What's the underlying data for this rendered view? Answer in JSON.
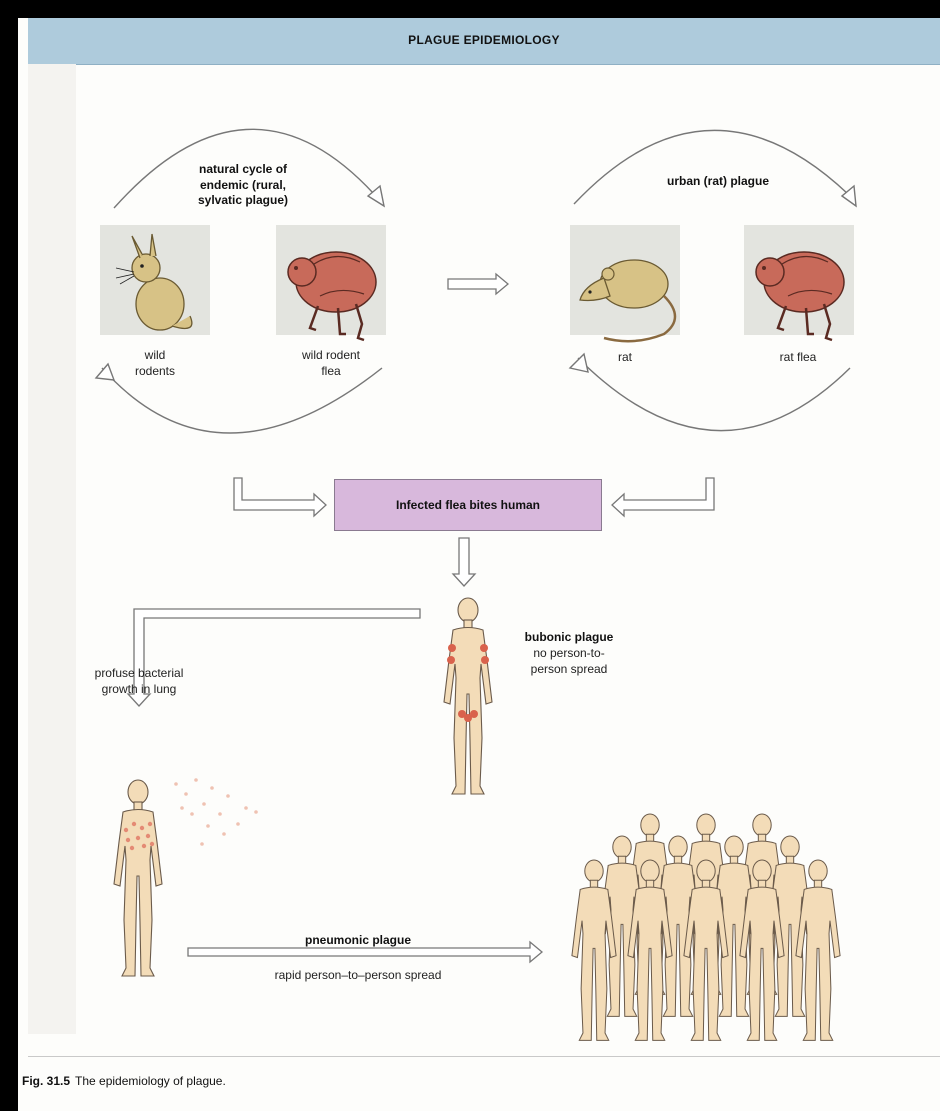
{
  "header": {
    "title": "PLAGUE EPIDEMIOLOGY"
  },
  "sylvatic": {
    "title": "natural cycle of\nendemic (rural,\nsylvatic plague)",
    "rodent_label": "wild\nrodents",
    "flea_label": "wild rodent\nflea"
  },
  "urban": {
    "title": "urban (rat) plague",
    "rat_label": "rat",
    "flea_label": "rat flea"
  },
  "center_box": {
    "label": "Infected flea bites human"
  },
  "bubonic": {
    "title": "bubonic plague",
    "note": "no person-to-\nperson spread"
  },
  "lung": {
    "note": "profuse bacterial\ngrowth in lung"
  },
  "pneumonic": {
    "title": "pneumonic plague",
    "note": "rapid person–to–person spread"
  },
  "caption": {
    "fig": "Fig. 31.5",
    "text": "The epidemiology of plague."
  },
  "colors": {
    "header_bg": "#aecbdc",
    "box_bg": "#d8b8dc",
    "skin": "#f3dcb8",
    "flea": "#c86a5a",
    "rodent": "#d7c286",
    "bubo": "#d9624c"
  },
  "icons": [
    "hare-icon",
    "flea-icon",
    "rat-icon",
    "human-figure-icon",
    "crowd-icon"
  ]
}
